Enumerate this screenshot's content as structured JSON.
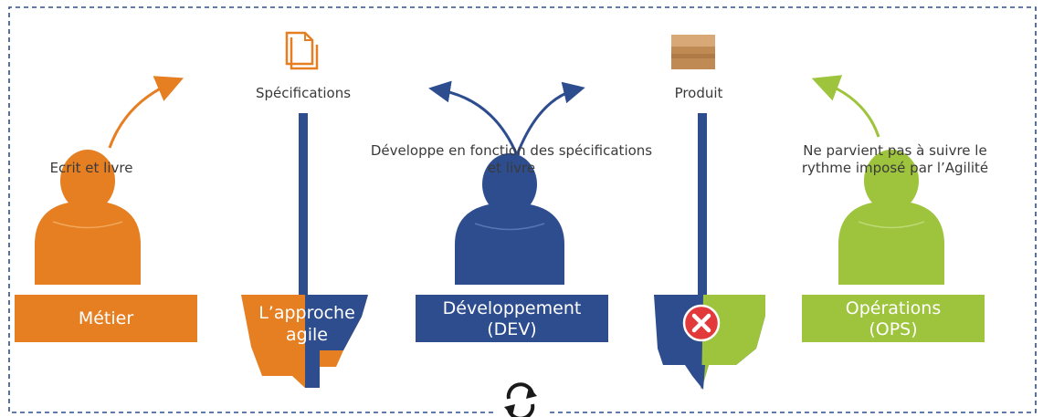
{
  "colors": {
    "orange": "#e67e22",
    "blue": "#2e4d8f",
    "green": "#9dc43c",
    "box_top": "#d9a877",
    "box_side": "#c08a55",
    "error_red": "#e23a3a",
    "border": "#2e4d8f"
  },
  "actors": {
    "metier": {
      "label": "Métier",
      "action": "Ecrit et livre"
    },
    "dev": {
      "label_line1": "Développement",
      "label_line2": "(DEV)",
      "action_line1": "Développe en fonction des spécifications",
      "action_line2": "et livre"
    },
    "ops": {
      "label_line1": "Opérations",
      "label_line2": "(OPS)",
      "action_line1": "Ne parvient pas à suivre le",
      "action_line2": "rythme imposé par l’Agilité"
    }
  },
  "artifacts": {
    "specs": {
      "label": "Spécifications",
      "icon": "document-icon"
    },
    "product": {
      "label": "Produit",
      "icon": "box-icon"
    }
  },
  "bridges": {
    "agile": {
      "label_line1": "L’approche",
      "label_line2": "agile"
    },
    "blocked": {
      "icon": "error-x-icon"
    }
  },
  "cycle_icon": "refresh-cycle-icon"
}
